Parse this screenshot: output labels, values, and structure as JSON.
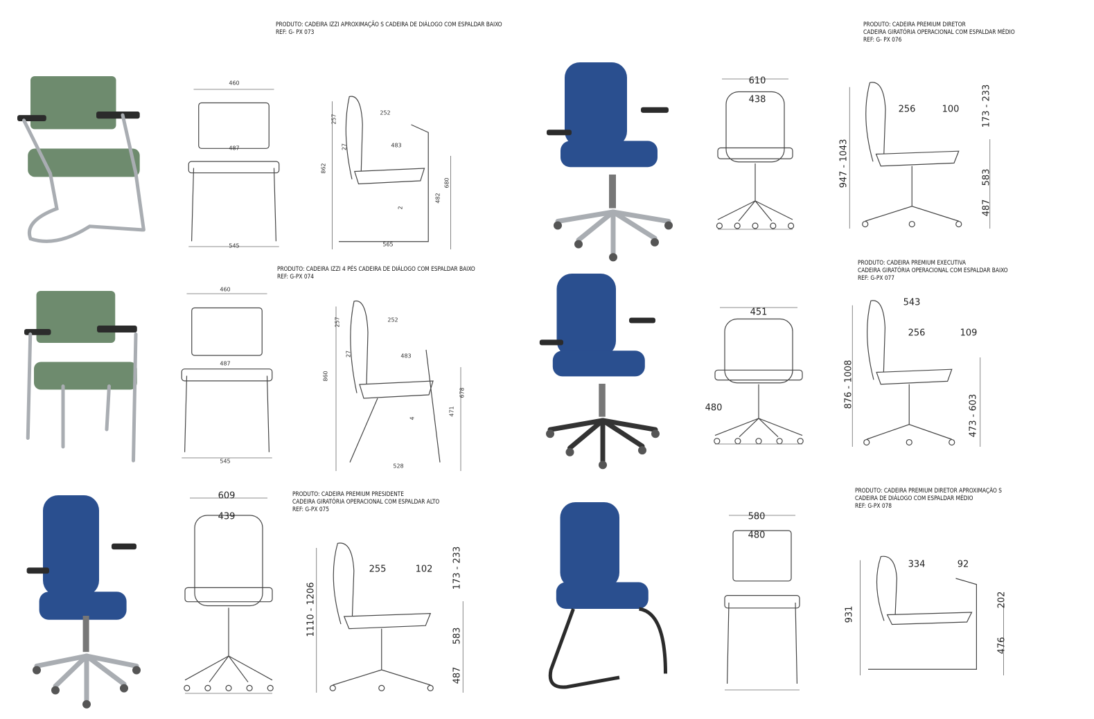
{
  "products": [
    {
      "id": "073",
      "lines": [
        "PRODUTO: CADEIRA IZZI APROXIMAÇÃO S CADEIRA DE DIÁLOGO COM ESPALDAR BAIXO"
      ],
      "ref": "REF: G- PX 073",
      "color": "#6e8b6e",
      "photo": "green-sled",
      "dims": [
        "460",
        "487",
        "545",
        "257",
        "252",
        "27",
        "483",
        "862",
        "2",
        "482",
        "680",
        "565"
      ]
    },
    {
      "id": "074",
      "lines": [
        "PRODUTO: CADEIRA IZZI 4 PÉS CADEIRA DE DIÁLOGO COM ESPALDAR BAIXO"
      ],
      "ref": "REF: G-PX 074",
      "color": "#6e8b6e",
      "photo": "green-legs",
      "dims": [
        "460",
        "487",
        "545",
        "257",
        "252",
        "27",
        "483",
        "860",
        "4",
        "471",
        "678",
        "528"
      ]
    },
    {
      "id": "075",
      "lines": [
        "PRODUTO: CADEIRA PREMIUM PRESIDENTE",
        "CADEIRA GIRATÓRIA OPERACIONAL COM ESPALDAR ALTO"
      ],
      "ref": "REF: G-PX 075",
      "color": "#2a4f8f",
      "photo": "blue-star-chrome",
      "dims": [
        "609",
        "439",
        "255",
        "102",
        "1110 - 1206",
        "173 - 233",
        "583",
        "487"
      ]
    },
    {
      "id": "076",
      "lines": [
        "PRODUTO: CADEIRA PREMIUM DIRETOR",
        "CADEIRA GIRATÓRIA OPERACIONAL COM ESPALDAR MÉDIO"
      ],
      "ref": "REF: G- PX 076",
      "color": "#2a4f8f",
      "photo": "blue-star-chrome",
      "dims": [
        "610",
        "438",
        "256",
        "100",
        "947 - 1043",
        "173 - 233",
        "583",
        "487"
      ]
    },
    {
      "id": "077",
      "lines": [
        "PRODUTO: CADEIRA PREMIUM EXECUTIVA",
        "CADEIRA GIRATÓRIA OPERACIONAL COM ESPALDAR BAIXO"
      ],
      "ref": "REF: G-PX 077",
      "color": "#2a4f8f",
      "photo": "blue-star-black",
      "dims": [
        "451",
        "480",
        "543",
        "256",
        "109",
        "876 - 1008",
        "473 - 603"
      ]
    },
    {
      "id": "078",
      "lines": [
        "PRODUTO: CADEIRA PREMIUM DIRETOR APROXIMAÇÃO S",
        "CADEIRA DE DIÁLOGO COM ESPALDAR MÉDIO"
      ],
      "ref": "REF: G-PX 078",
      "color": "#2a4f8f",
      "photo": "blue-sled",
      "dims": [
        "580",
        "480",
        "334",
        "92",
        "931",
        "202",
        "476"
      ]
    }
  ]
}
